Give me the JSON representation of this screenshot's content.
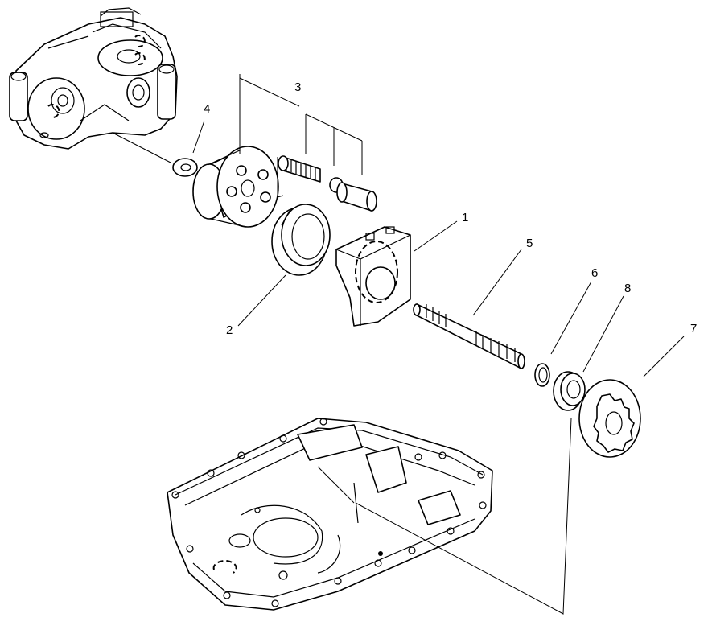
{
  "diagram": {
    "colors": {
      "ink": "#000000",
      "paper": "#ffffff"
    },
    "callouts": [
      {
        "id": "p1",
        "label": "1"
      },
      {
        "id": "p2",
        "label": "2"
      },
      {
        "id": "p3",
        "label": "3"
      },
      {
        "id": "p4",
        "label": "4"
      },
      {
        "id": "p5",
        "label": "5"
      },
      {
        "id": "p6",
        "label": "6"
      },
      {
        "id": "p7",
        "label": "7"
      },
      {
        "id": "p8",
        "label": "8"
      }
    ]
  }
}
